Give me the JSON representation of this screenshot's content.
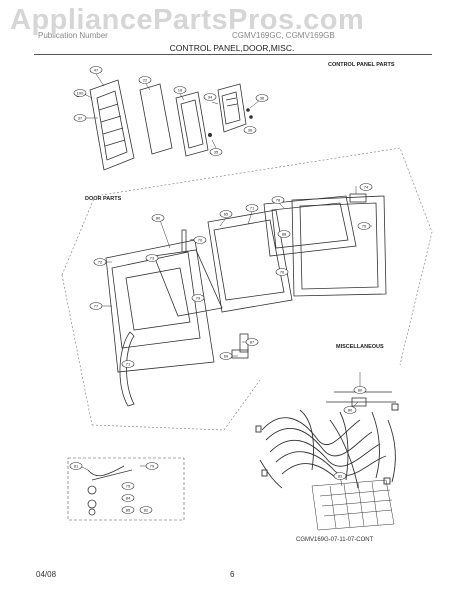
{
  "watermark": "AppliancePartsPros.com",
  "header_left": "Publication Number",
  "header_right": "CGMV169GC, CGMV169GB",
  "subtitle": "CONTROL PANEL,DOOR,MISC.",
  "sections": {
    "control_panel": "CONTROL PANEL PARTS",
    "door": "DOOR PARTS",
    "misc": "MISCELLANEOUS"
  },
  "callouts": {
    "control": [
      "47",
      "100",
      "37",
      "22",
      "18",
      "34",
      "35",
      "36",
      "36"
    ],
    "door": [
      "80",
      "65",
      "71",
      "78",
      "74",
      "75",
      "70",
      "73",
      "72",
      "88",
      "76",
      "77",
      "87",
      "69",
      "71",
      "79"
    ],
    "misc": [
      "80",
      "80",
      "83",
      "81",
      "79",
      "75",
      "84",
      "85",
      "82"
    ]
  },
  "drawing_code": "CGMV169G-07-11-07-CONT",
  "footer_date": "04/08",
  "page_number": "6"
}
